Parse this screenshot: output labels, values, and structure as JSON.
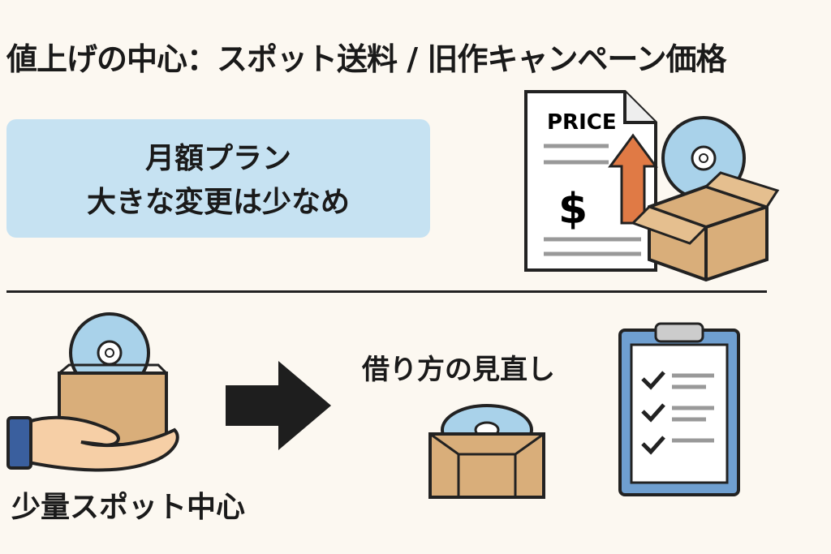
{
  "title": "値上げの中心：スポット送料 / 旧作キャンペーン価格",
  "monthly_plan": {
    "line1": "月額プラン",
    "line2": "大きな変更は少なめ"
  },
  "price_doc": {
    "label": "PRICE",
    "currency": "$"
  },
  "rental_review": "借り方の見直し",
  "spot_focus": "少量スポット中心",
  "colors": {
    "background": "#fcf8f1",
    "plan_box": "#c6e2f2",
    "box": "#d9ae7a",
    "disc": "#a9d2ea",
    "arrow_up": "#e07a45",
    "clipboard": "#6f9fd0"
  }
}
